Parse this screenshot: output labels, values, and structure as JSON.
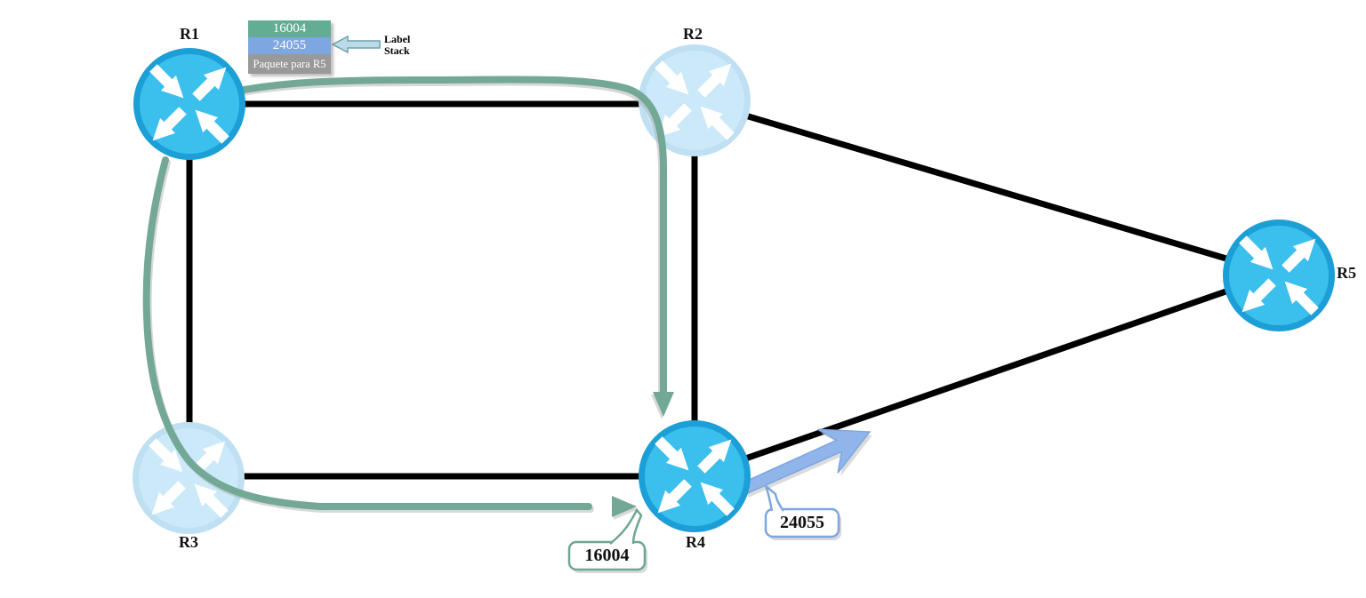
{
  "diagram_type": "network-topology",
  "routers": [
    {
      "id": "R1",
      "label": "R1",
      "style": "bright"
    },
    {
      "id": "R2",
      "label": "R2",
      "style": "faded"
    },
    {
      "id": "R3",
      "label": "R3",
      "style": "faded"
    },
    {
      "id": "R4",
      "label": "R4",
      "style": "bright"
    },
    {
      "id": "R5",
      "label": "R5",
      "style": "bright"
    }
  ],
  "links": [
    [
      "R1",
      "R2"
    ],
    [
      "R1",
      "R3"
    ],
    [
      "R2",
      "R4"
    ],
    [
      "R3",
      "R4"
    ],
    [
      "R2",
      "R5"
    ],
    [
      "R4",
      "R5"
    ]
  ],
  "label_stack": {
    "caption": "Label Stack",
    "entries": [
      {
        "value": "16004",
        "role": "outer-label"
      },
      {
        "value": "24055",
        "role": "inner-label"
      },
      {
        "value": "Paquete para R5",
        "role": "payload"
      }
    ]
  },
  "callouts": [
    {
      "value": "16004",
      "attached_to": "R4",
      "border": "green"
    },
    {
      "value": "24055",
      "attached_to": "R4-to-R5-arrow",
      "border": "blue"
    }
  ],
  "flows": [
    {
      "from": "R1",
      "to": "R4",
      "route": "top, past R2",
      "color": "green"
    },
    {
      "from": "R1",
      "to": "R4",
      "route": "left, through R3",
      "color": "green"
    },
    {
      "from": "R4",
      "towards": "R5",
      "color": "blue"
    }
  ],
  "colors": {
    "router_fill": "#3bbfec",
    "router_stroke": "#1b9fd6",
    "router_faded_fill": "#cbe9f8",
    "router_faded_stroke": "#bfe0f2",
    "link_black": "#000000",
    "flow_green": "#74a896",
    "arrow_blue_fill": "#8fb5ea",
    "stack_green": "#63ad94",
    "stack_blue": "#7ea6e0",
    "stack_gray": "#999999",
    "callout_green_border": "#6fa594",
    "callout_blue_border": "#7ea6e0"
  }
}
